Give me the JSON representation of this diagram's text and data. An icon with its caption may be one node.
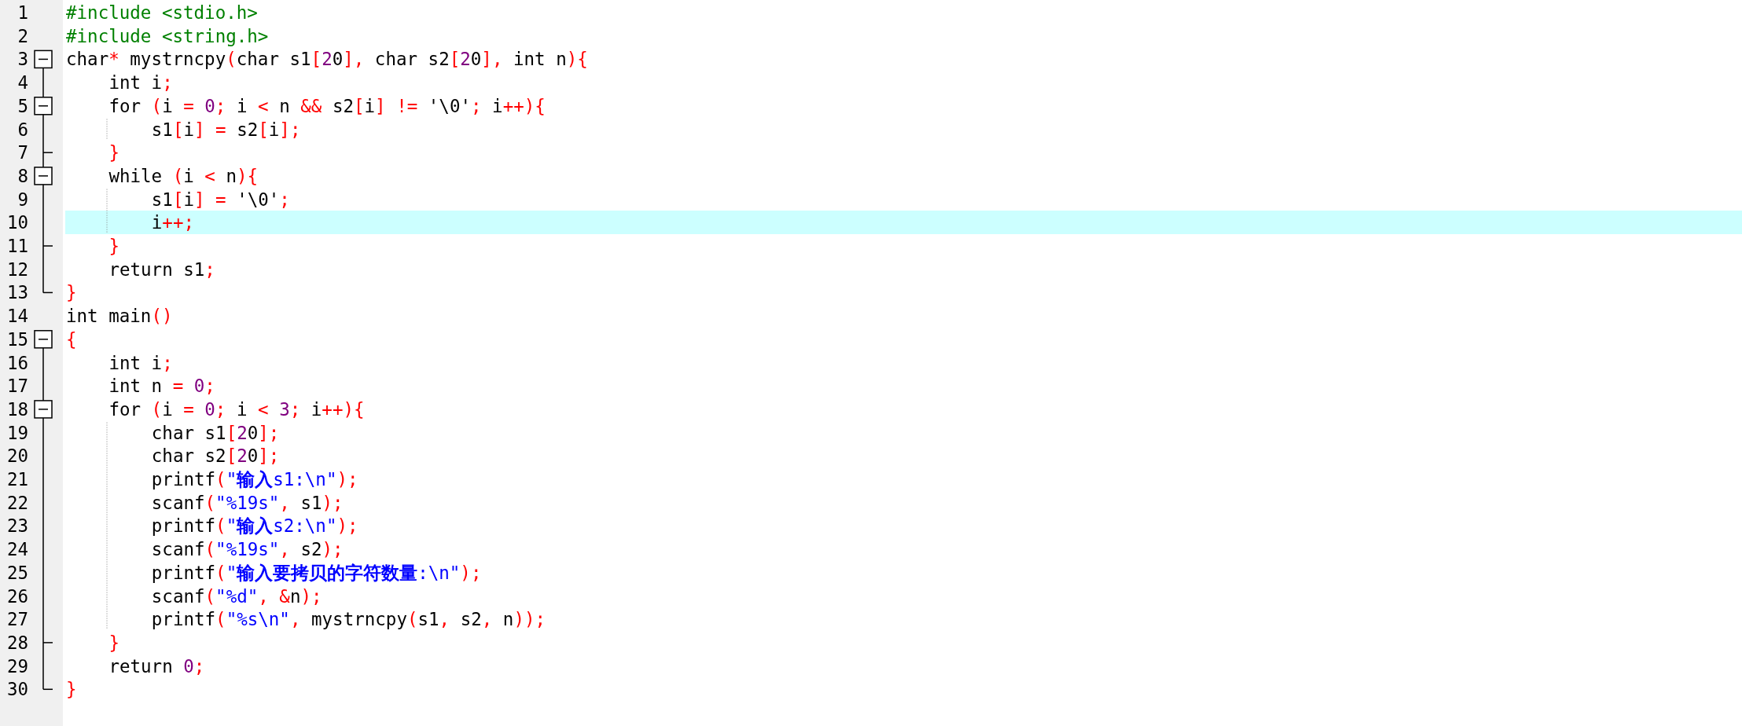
{
  "diagram": {
    "labels": [
      "1",
      "#include <stdio.h>",
      "2",
      "#include <string.h>",
      "3",
      "char* mystrncpy(char s1[20], char s2[20], int n){",
      "4",
      "int i;",
      "5",
      "for (i = 0; i < n && s2[i] != '\\0'; i++){",
      "6",
      "s1[i] = s2[i];",
      "7",
      "}",
      "8",
      "while (i < n){",
      "9",
      "s1[i] = '\\0';",
      "10",
      "i++;",
      "11",
      "}",
      "12",
      "return s1;",
      "13",
      "}",
      "14",
      "int main()",
      "15",
      "{",
      "16",
      "int i;",
      "17",
      "int n = 0;",
      "18",
      "for (i = 0; i < 3; i++){",
      "19",
      "char s1[20];",
      "20",
      "char s2[20];",
      "21",
      "printf(\"输入s1:\\n\");",
      "22",
      "scanf(\"%19s\", s1);",
      "23",
      "printf(\"输入s2:\\n\");",
      "24",
      "scanf(\"%19s\", s2);",
      "25",
      "printf(\"输入要拷贝的字符数量:\\n\");",
      "26",
      "scanf(\"%d\", &n);",
      "27",
      "printf(\"%s\\n\", mystrncpy(s1, s2, n));",
      "28",
      "}",
      "29",
      "return 0;",
      "30",
      "}"
    ]
  }
}
